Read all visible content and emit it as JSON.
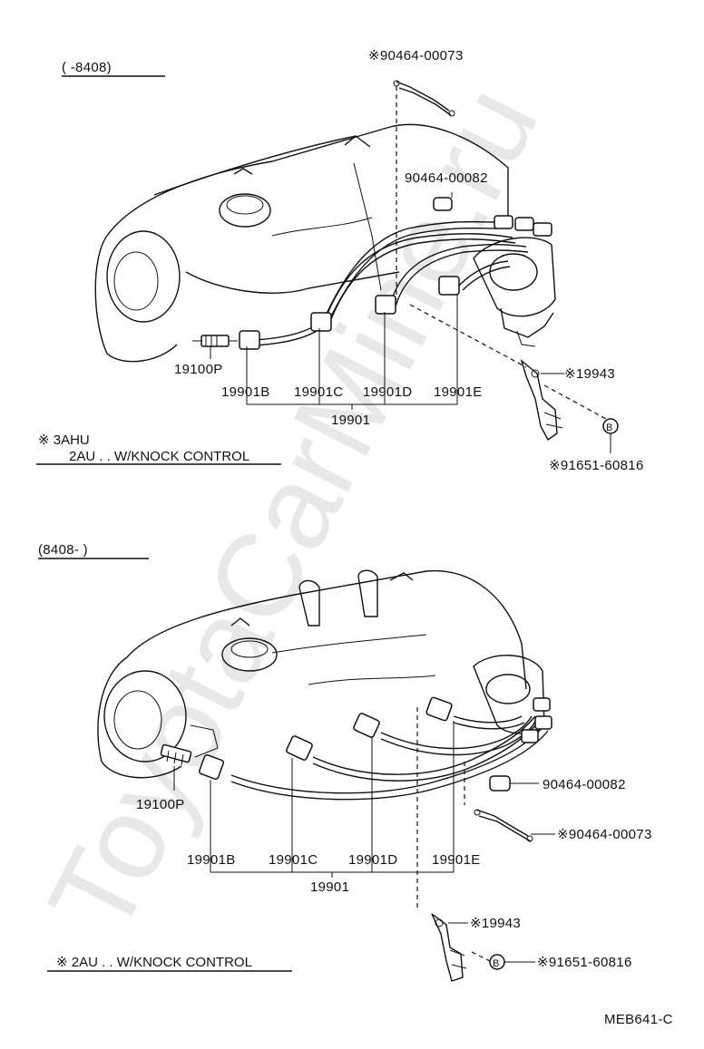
{
  "watermark": "ToyotaCarMine.ru",
  "diagram_code": "MEB641-C",
  "top_section": {
    "range_label": "(        -8408)",
    "labels": {
      "clip_top": "※90464-00073",
      "clamp": "90464-00082",
      "spark_plug": "19100P",
      "bracket": "※19943",
      "bolt_marker": "B",
      "bolt": "※91651-60816",
      "wire_b": "19901B",
      "wire_c": "19901C",
      "wire_d": "19901D",
      "wire_e": "19901E",
      "wire_set": "19901"
    },
    "note_line1": "※ 3AHU",
    "note_line2": "2AU . . W/KNOCK CONTROL"
  },
  "bottom_section": {
    "range_label": "(8408-        )",
    "labels": {
      "clamp": "90464-00082",
      "clip": "※90464-00073",
      "spark_plug": "19100P",
      "bracket": "※19943",
      "bolt_marker": "B",
      "bolt": "※91651-60816",
      "wire_b": "19901B",
      "wire_c": "19901C",
      "wire_d": "19901D",
      "wire_e": "19901E",
      "wire_set": "19901"
    },
    "note": "※ 2AU . . W/KNOCK CONTROL"
  }
}
